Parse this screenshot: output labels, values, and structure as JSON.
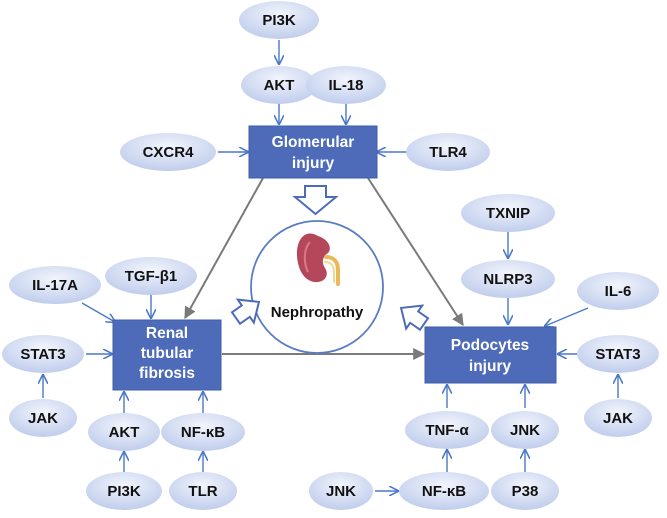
{
  "center": {
    "label": "Nephropathy"
  },
  "boxes": {
    "glomerular": [
      "Glomerular",
      "injury"
    ],
    "renal": [
      "Renal",
      "tubular",
      "fibrosis"
    ],
    "podocytes": [
      "Podocytes",
      "injury"
    ]
  },
  "nodes": {
    "pi3k_top": "PI3K",
    "akt_top": "AKT",
    "il18": "IL-18",
    "cxcr4": "CXCR4",
    "tlr4": "TLR4",
    "txnip": "TXNIP",
    "nlrp3": "NLRP3",
    "il6": "IL-6",
    "stat3_right": "STAT3",
    "jak_right": "JAK",
    "tnfa": "TNF-α",
    "jnk_right": "JNK",
    "nfkb_bottom_right": "NF-κB",
    "jnk_bottom": "JNK",
    "p38": "P38",
    "il17a": "IL-17A",
    "tgfb1": "TGF-β1",
    "stat3_left": "STAT3",
    "jak_left": "JAK",
    "akt_bottom": "AKT",
    "nfkb_left": "NF-κB",
    "pi3k_bottom": "PI3K",
    "tlr": "TLR"
  },
  "colors": {
    "box": "#4d6bb8",
    "arrow": "#4a78c8",
    "oval_light": "#e9eefa",
    "oval_dark": "#b9c7ea",
    "gray_arrow": "#7a7a7a",
    "kidney": "#b5475a"
  }
}
